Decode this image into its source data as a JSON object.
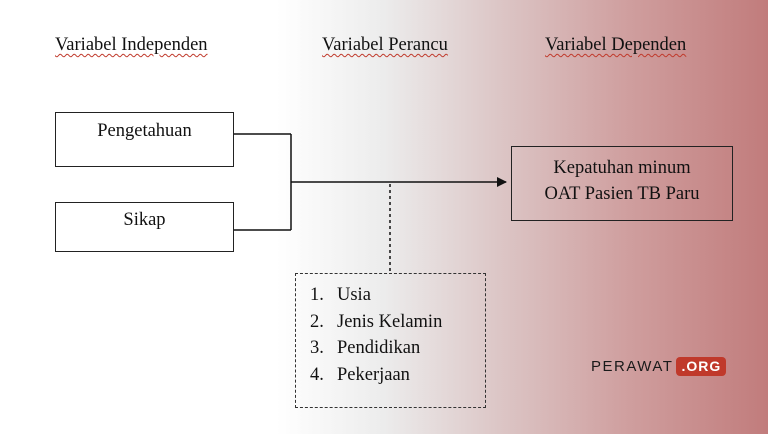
{
  "headings": {
    "independent": "Variabel Independen",
    "confounding": "Variabel Perancu",
    "dependent": "Variabel Dependen"
  },
  "independent_boxes": [
    "Pengetahuan",
    "Sikap"
  ],
  "dependent_box": {
    "line1": "Kepatuhan minum",
    "line2": "OAT Pasien TB Paru"
  },
  "confounders": [
    {
      "num": "1.",
      "label": "Usia"
    },
    {
      "num": "2.",
      "label": "Jenis Kelamin"
    },
    {
      "num": "3.",
      "label": "Pendidikan"
    },
    {
      "num": "4.",
      "label": "Pekerjaan"
    }
  ],
  "logo": {
    "name": "PERAWAT",
    "suffix": ".ORG",
    "accent": "#c0392b"
  }
}
